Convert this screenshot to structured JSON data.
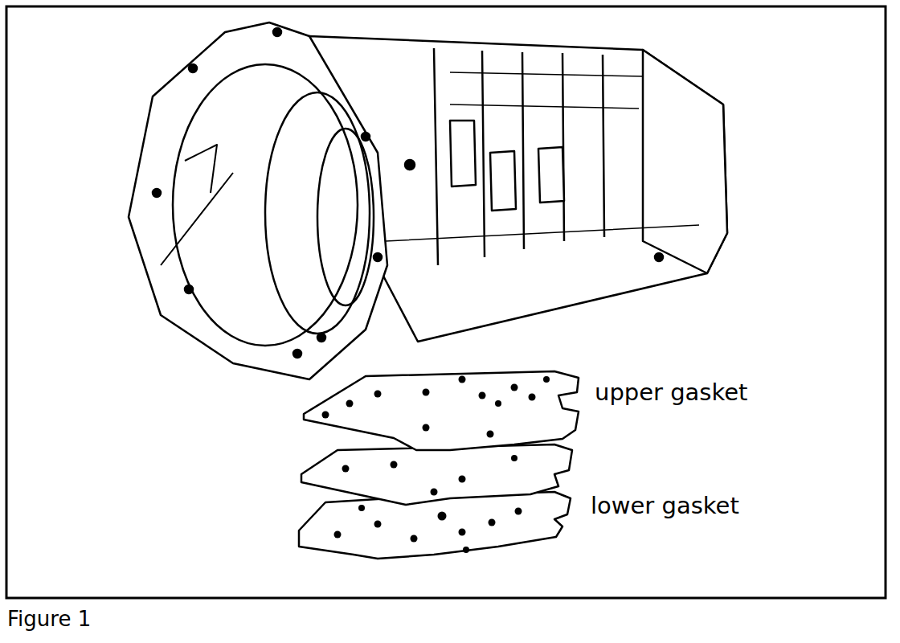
{
  "diagram": {
    "caption": "Figure 1",
    "labels": [
      "upper gasket",
      "lower gasket"
    ]
  }
}
